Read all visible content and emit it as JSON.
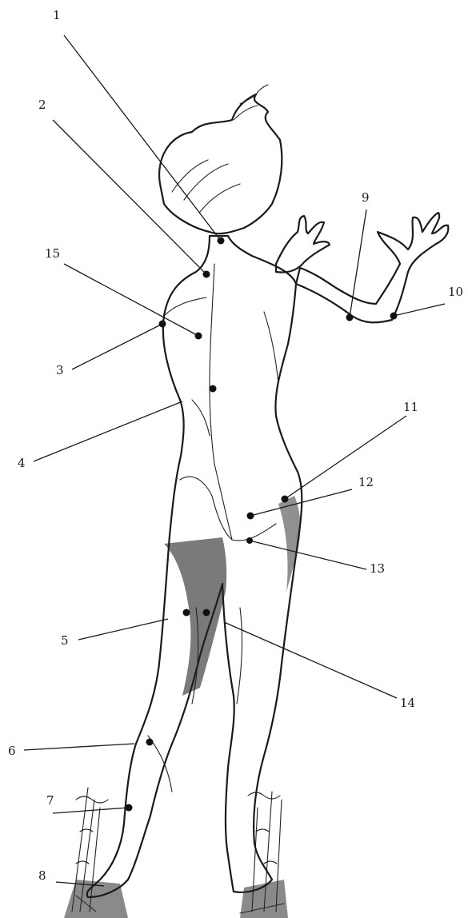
{
  "figure": {
    "ink_color": "#1a1a1a",
    "marker_color": "#111111",
    "labels": [
      {
        "id": "1",
        "text": "1"
      },
      {
        "id": "2",
        "text": "2"
      },
      {
        "id": "3",
        "text": "3"
      },
      {
        "id": "4",
        "text": "4"
      },
      {
        "id": "5",
        "text": "5"
      },
      {
        "id": "6",
        "text": "6"
      },
      {
        "id": "7",
        "text": "7"
      },
      {
        "id": "8",
        "text": "8"
      },
      {
        "id": "9",
        "text": "9"
      },
      {
        "id": "10",
        "text": "10"
      },
      {
        "id": "11",
        "text": "11"
      },
      {
        "id": "12",
        "text": "12"
      },
      {
        "id": "13",
        "text": "13"
      },
      {
        "id": "14",
        "text": "14"
      },
      {
        "id": "15",
        "text": "15"
      }
    ]
  }
}
